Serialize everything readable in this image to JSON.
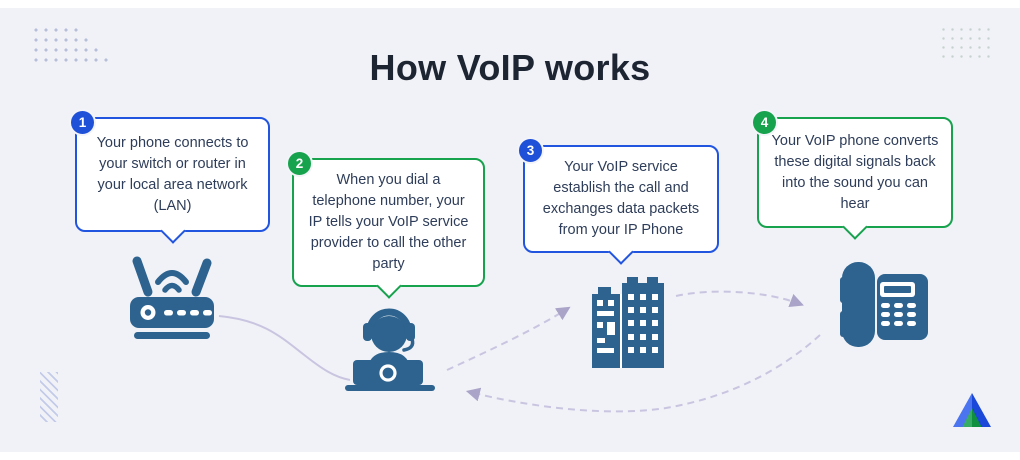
{
  "title": "How VoIP works",
  "steps": [
    {
      "number": "1",
      "accent": "blue",
      "text": "Your phone connects to your switch or router in your local area network (LAN)",
      "icon": "wifi-router"
    },
    {
      "number": "2",
      "accent": "green",
      "text": "When you dial a telephone number, your IP tells your VoIP service provider to call the other party",
      "icon": "support-agent"
    },
    {
      "number": "3",
      "accent": "blue",
      "text": "Your VoIP service establish the call and exchanges data packets from your IP Phone",
      "icon": "office-buildings"
    },
    {
      "number": "4",
      "accent": "green",
      "text": "Your VoIP phone converts these digital signals back into the sound you can hear",
      "icon": "voip-desk-phone"
    }
  ],
  "colors": {
    "background": "#f1f2f8",
    "blue_accent": "#2255df",
    "blue_badge": "#1e50d8",
    "green_accent": "#17a24e",
    "icon_fill": "#2d638e",
    "connector_line": "#c9c5e0",
    "arrowhead": "#aaa4c8",
    "title_text": "#1d2533",
    "bubble_text": "#2e3d59",
    "bubble_background": "#ffffff"
  },
  "decorations": {
    "dot_grid_left": "staircase dot grid (rows of 5,6,7,8 dots)",
    "dot_grid_right": "6x4 dot grid",
    "hatch_marks": "diagonal dash column",
    "brand_logo": "two-tone blue mountain triangle with green peak"
  }
}
